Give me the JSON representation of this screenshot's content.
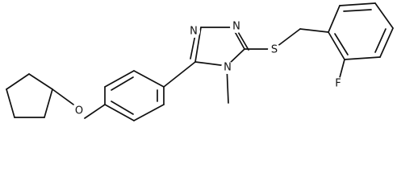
{
  "molecule": {
    "atom_labels": {
      "n_upper_left": "N",
      "n_upper_right": "N",
      "n_lower": "N",
      "sulfur": "S",
      "oxygen": "O",
      "fluorine": "F"
    },
    "methyl_label": "",
    "colors": {
      "bond": "#111111",
      "background": "#ffffff"
    }
  }
}
